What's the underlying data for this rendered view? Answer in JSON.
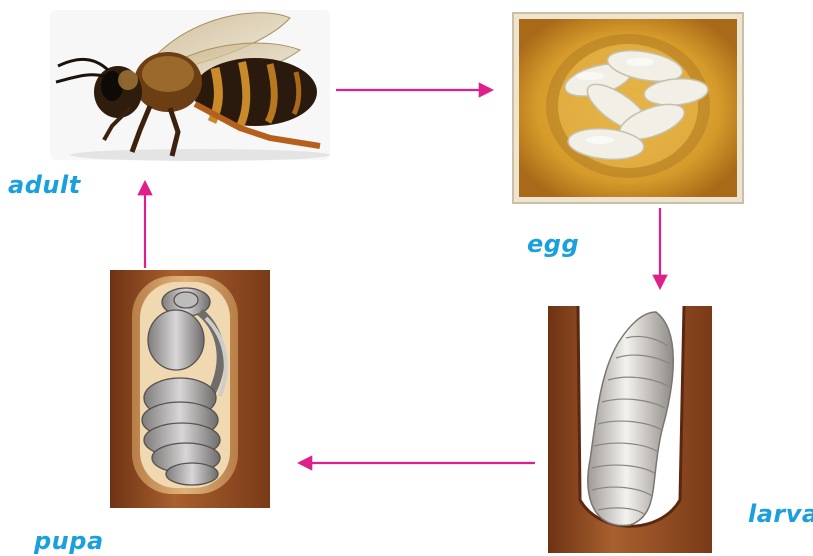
{
  "stages": {
    "adult": "adult",
    "egg": "egg",
    "larva": "larva",
    "pupa": "pupa"
  },
  "icons": {
    "adult": "honeybee-icon",
    "egg": "bee-eggs-in-cell-icon",
    "larva": "bee-larva-in-cell-icon",
    "pupa": "bee-pupa-in-cell-icon"
  },
  "colors": {
    "label": "#1aa0dc",
    "arrow": "#e0208a",
    "comb": "#8a4a22",
    "wax": "#d9a030"
  }
}
